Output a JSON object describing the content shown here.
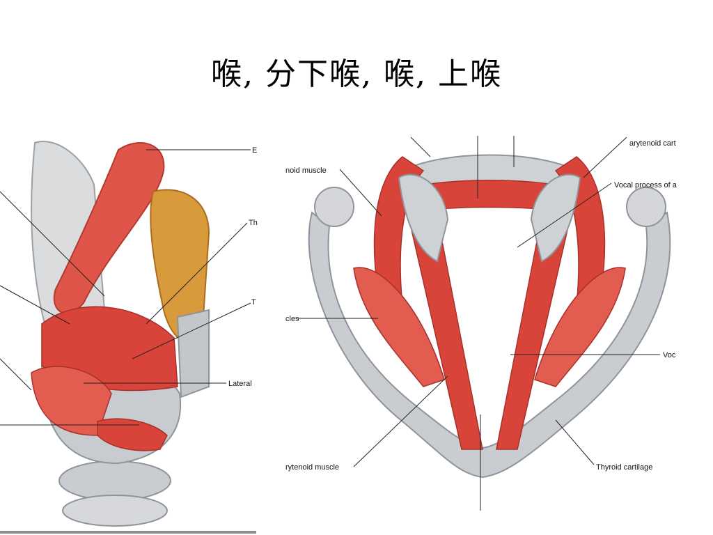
{
  "slide": {
    "title": "喉,   分下喉, 喉, 上喉"
  },
  "left_figure": {
    "labels": {
      "top": "E",
      "upper": "Th",
      "middle": "T",
      "lower": "Lateral"
    }
  },
  "right_figure": {
    "labels": {
      "top_left_cut": "",
      "upper_left": "noid muscle",
      "top_right": "arytenoid cart",
      "upper_right": "Vocal process of a",
      "mid_left": "cles",
      "mid_right": "Voc",
      "bottom_left": "rytenoid muscle",
      "bottom_right": "Thyroid cartilage"
    }
  },
  "colors": {
    "muscle": "#d8443a",
    "muscle_light": "#ee7f72",
    "cartilage": "#c9ccd0",
    "cartilage_dark": "#8f949a",
    "fat": "#d89a3a"
  }
}
